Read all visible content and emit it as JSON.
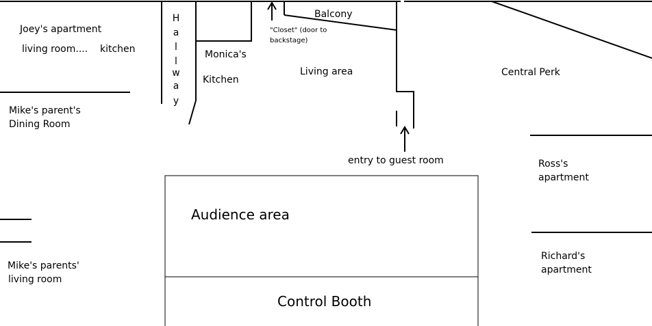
{
  "labels": {
    "joeys_apartment": "Joey's apartment",
    "living_room_kitchen": "living room....    kitchen",
    "mikes_parents_dining_1": "Mike's parent's",
    "mikes_parents_dining_2": "Dining Room",
    "hallway_letters": [
      "H",
      "a",
      "l",
      "l",
      "w",
      "a",
      "y"
    ],
    "monicas_kitchen_1": "Monica's",
    "monicas_kitchen_2": "Kitchen",
    "closet_1": "\"Closet\" (door to",
    "closet_2": "backstage)",
    "balcony": "Balcony",
    "living_area": "Living area",
    "central_perk": "Central Perk",
    "entry_guest_room": "entry to guest room",
    "ross_1": "Ross's",
    "ross_2": "apartment",
    "audience_area": "Audience area",
    "control_booth": "Control Booth",
    "mikes_parents_living_1": "Mike's parents'",
    "mikes_parents_living_2": "living room",
    "richard_1": "Richard's",
    "richard_2": "apartment"
  },
  "colors": {
    "ink": "#000000",
    "background": "#ffffff"
  }
}
